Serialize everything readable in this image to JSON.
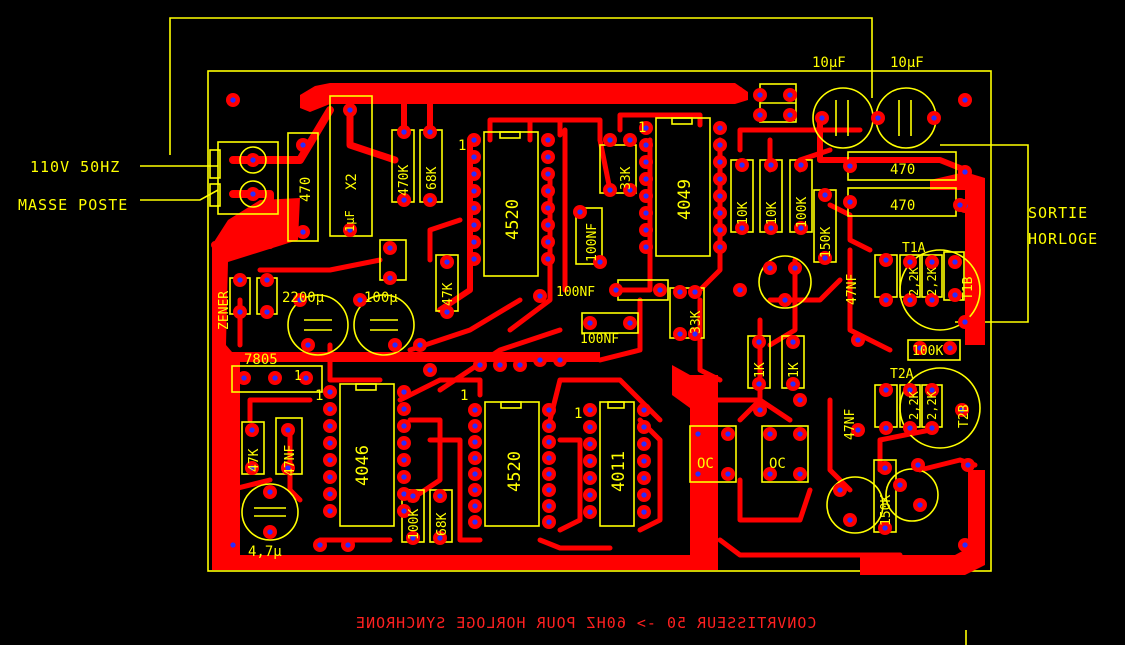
{
  "labels": {
    "input_ac": "110V 50HZ",
    "input_gnd": "MASSE POSTE",
    "output_1": "SORTIE",
    "output_2": "HORLOGE"
  },
  "footer": "CONVRTISSEUR 50 -> 60HZ POUR HORLOGE SYNCHRONE",
  "components": {
    "cap_top_left": "10µF",
    "cap_top_right": "10µF",
    "res_470_top": "470",
    "res_470_bottom": "470",
    "res_470_v": "470",
    "x2": "X2",
    "cap_1uf": "1µF",
    "res_470k": "470K",
    "res_68k_top": "68K",
    "ic_4520_top": "4520",
    "ic_4049": "4049",
    "res_33k_top": "33K",
    "res_10k_a": "10K",
    "res_10k_b": "10K",
    "res_100k_top": "100K",
    "res_150k_top": "150K",
    "t1a": "T1A",
    "t1b": "T1B",
    "t2a": "T2A",
    "t2b": "T2B",
    "res_2k2_a": "2,2K",
    "res_2k2_b": "2,2K",
    "res_2k2_c": "2,2K",
    "res_2k2_d": "2,2K",
    "cap_47nf_a": "47NF",
    "cap_47nf_b": "47NF",
    "cap_47nf_c": "47NF",
    "res_100k_mid": "100K",
    "zener": "ZENER",
    "cap_2200": "2200µ",
    "cap_100u": "100µ",
    "res_47k_mid": "47K",
    "cap_100nf_a": "100NF",
    "cap_100nf_b": "100NF",
    "cap_100nf_c": "100NF",
    "res_33k_bottom": "33K",
    "res_1k_a": "1K",
    "res_1k_b": "1K",
    "reg_7805": "7805",
    "ic_4046": "4046",
    "res_47k_bottom": "47K",
    "ic_4520_bottom": "4520",
    "ic_4011": "4011",
    "oc_1": "OC",
    "oc_2": "OC",
    "res_100k_bottom": "100K",
    "res_68k_bottom": "68K",
    "res_150k_bottom": "150K",
    "cap_47u": "4,7µ",
    "pin1_a": "1",
    "pin1_b": "1",
    "pin1_c": "1",
    "pin1_d": "1",
    "pin1_e": "1",
    "pin1_f": "1"
  },
  "colors": {
    "copper": "#ff0000",
    "silkscreen": "#ffff00",
    "pad_hole": "#2a2aff",
    "background": "#000000"
  }
}
